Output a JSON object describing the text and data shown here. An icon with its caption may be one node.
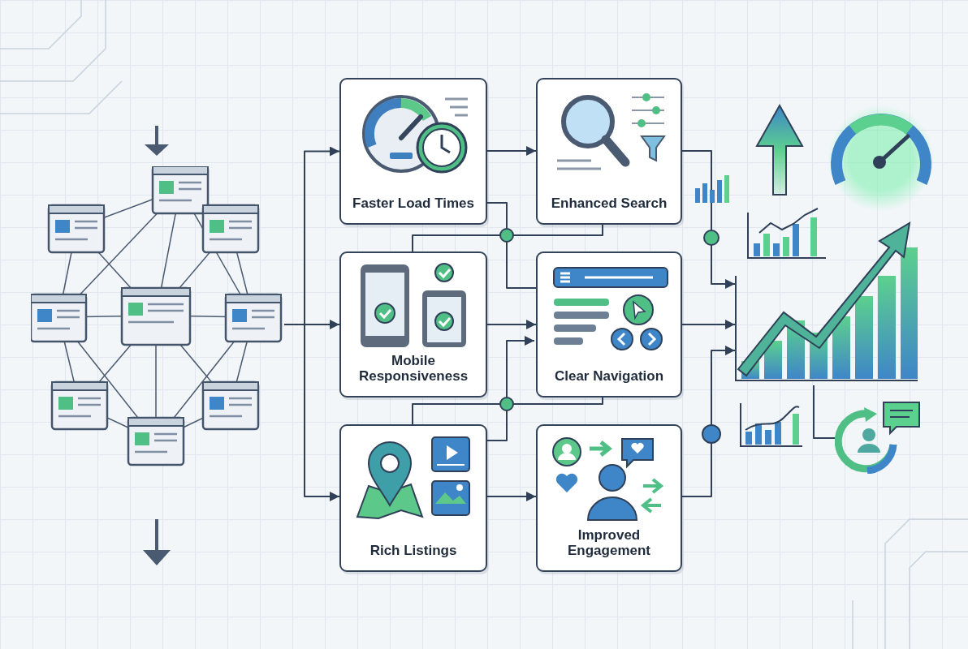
{
  "diagram": {
    "nodes": [
      {
        "text": [],
        "shape": "picture"
      },
      {
        "text": [
          "Faster Load Times"
        ]
      },
      {
        "text": [
          "Enhanced Search"
        ]
      },
      {
        "text": [
          "Mobile Responsiveness"
        ]
      },
      {
        "text": [
          "Clear Navigation"
        ]
      },
      {
        "text": [
          "Rich Listings"
        ]
      },
      {
        "text": [
          "Improved Engagement"
        ]
      },
      {
        "text": [],
        "shape": "picture"
      },
      {
        "text": [],
        "shape": "picture"
      }
    ],
    "edges": [
      {
        "from": 0,
        "to": 1,
        "arrow": "to"
      },
      {
        "from": 0,
        "to": 3,
        "arrow": "to"
      },
      {
        "from": 0,
        "to": 5,
        "arrow": "to"
      },
      {
        "from": 1,
        "to": 2,
        "arrow": "to"
      },
      {
        "from": 3,
        "to": 4,
        "arrow": "to"
      },
      {
        "from": 5,
        "to": 6,
        "arrow": "to"
      },
      {
        "from": 1,
        "to": 4,
        "arrow": "none"
      },
      {
        "from": 2,
        "to": 3,
        "arrow": "none"
      },
      {
        "from": 5,
        "to": 4,
        "arrow": "to"
      },
      {
        "from": 4,
        "to": 5,
        "arrow": "none"
      },
      {
        "from": 2,
        "to": 7,
        "arrow": "to"
      },
      {
        "from": 4,
        "to": 7,
        "arrow": "to"
      },
      {
        "from": 6,
        "to": 7,
        "arrow": "to"
      },
      {
        "from": 7,
        "to": 8,
        "arrow": "none"
      }
    ]
  }
}
